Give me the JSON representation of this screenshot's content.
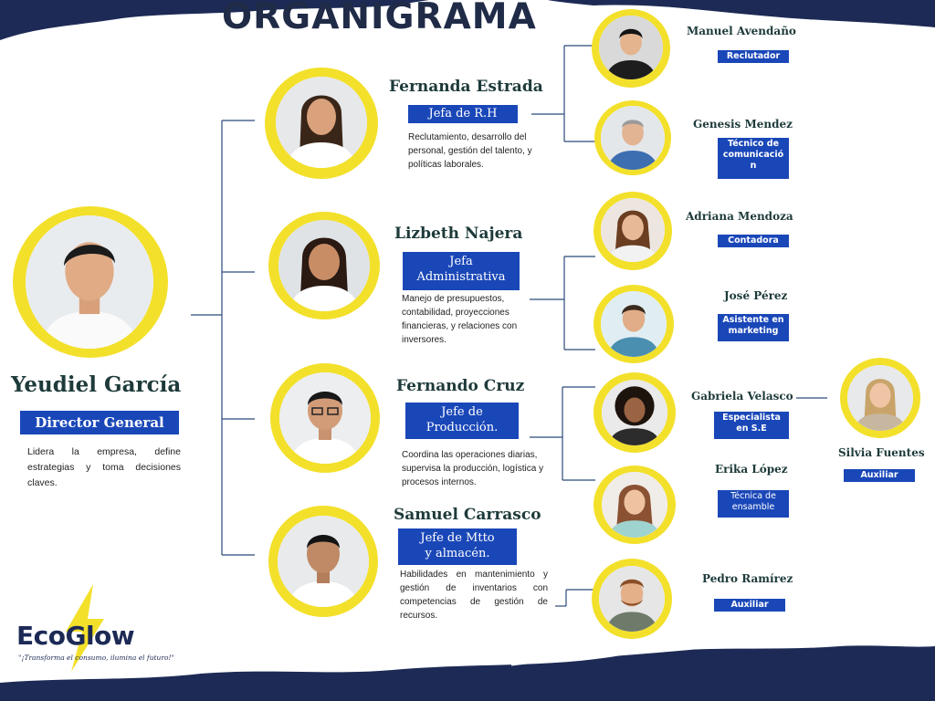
{
  "title": "ORGANIGRAMA",
  "colors": {
    "navy": "#1c2a55",
    "accent": "#1a47b8",
    "ring": "#f3e02b",
    "text": "#1e3a3a"
  },
  "director": {
    "name": "Yeudiel García",
    "role": "Director General",
    "desc": "Lidera la empresa, define estrategias y toma decisiones claves.",
    "photo": "man-portrait-icon"
  },
  "managers": [
    {
      "name": "Fernanda Estrada",
      "role": "Jefa de R.H",
      "desc": "Reclutamiento, desarrollo del personal, gestión del talento, y políticas laborales.",
      "photo": "woman-portrait-icon"
    },
    {
      "name": "Lizbeth Najera",
      "role_line1": "Jefa",
      "role_line2": "Administrativa",
      "desc": "Manejo de presupuestos, contabilidad, proyecciones financieras, y relaciones con inversores.",
      "photo": "woman-portrait-icon"
    },
    {
      "name": "Fernando  Cruz",
      "role_line1": "Jefe de",
      "role_line2": "Producción.",
      "desc": "Coordina las operaciones diarias, supervisa la producción, logística y procesos internos.",
      "photo": "man-portrait-icon"
    },
    {
      "name": "Samuel Carrasco",
      "role_line1": "Jefe de Mtto",
      "role_line2": "y almacén.",
      "desc": "Habilidades en mantenimiento y gestión de inventarios con competencias de gestión de recursos.",
      "photo": "man-portrait-icon"
    }
  ],
  "staff": [
    {
      "name": "Manuel Avendaño",
      "role": "Reclutador",
      "photo": "man-portrait-icon"
    },
    {
      "name": "Genesis Mendez",
      "role_line1": "Técnico de",
      "role_line2": "comunicació",
      "role_line3": "n",
      "photo": "man-portrait-icon"
    },
    {
      "name": "Adriana Mendoza",
      "role": "Contadora",
      "photo": "woman-portrait-icon"
    },
    {
      "name": "José Pérez",
      "role_line1": "Asistente en",
      "role_line2": "marketing",
      "photo": "man-portrait-icon"
    },
    {
      "name": "Gabriela Velasco",
      "role_line1": "Especialista",
      "role_line2": "en S.E",
      "photo": "woman-portrait-icon"
    },
    {
      "name": "Erika López",
      "role_line1": "Técnica de",
      "role_line2": "ensamble",
      "photo": "woman-portrait-icon"
    },
    {
      "name": "Pedro Ramírez",
      "role": "Auxiliar",
      "photo": "man-portrait-icon"
    },
    {
      "name": "Silvia Fuentes",
      "role": "Auxiliar",
      "photo": "woman-portrait-icon"
    }
  ],
  "logo": {
    "text": "EcoGlow",
    "slogan": "\"¡Transforma el consumo, ilumina el futuro!\"",
    "icon": "lightning-bolt-icon"
  }
}
